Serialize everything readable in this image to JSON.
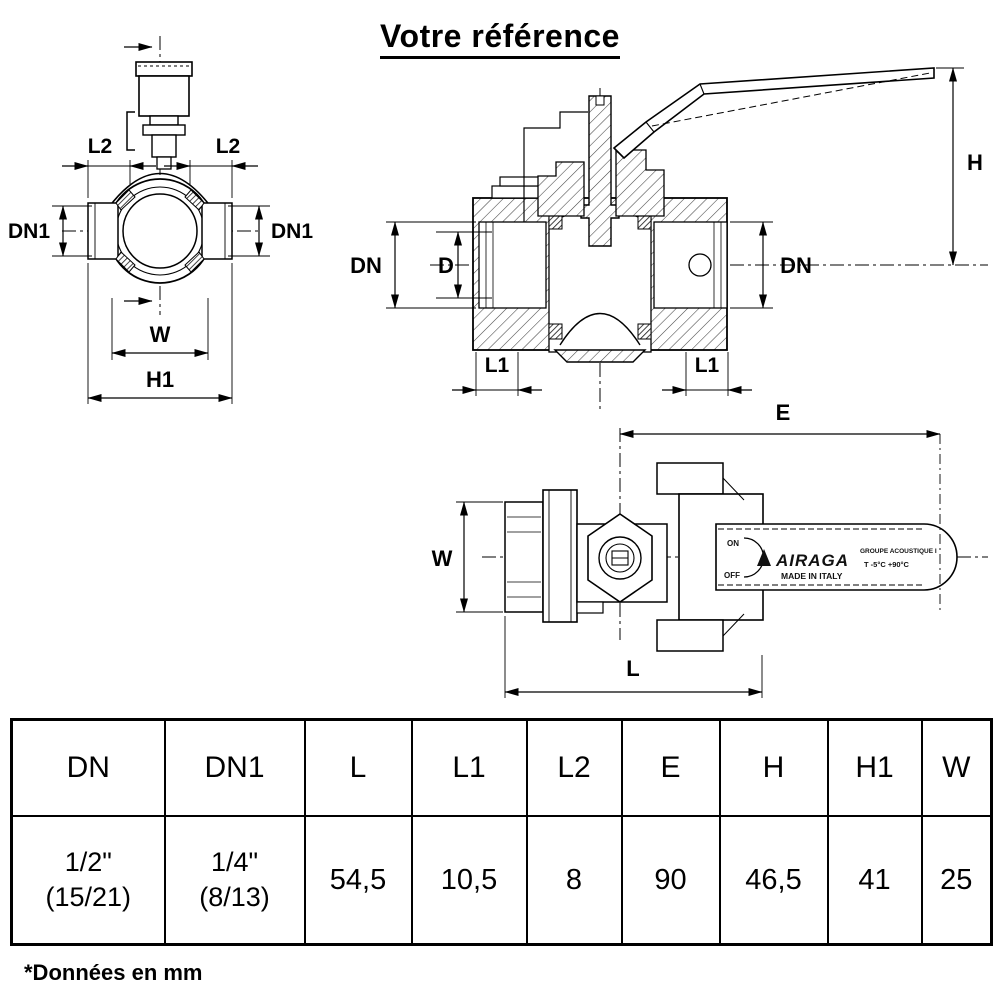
{
  "title": "Votre référence",
  "dims": {
    "front": {
      "l2_left": "L2",
      "l2_right": "L2",
      "dn1_left": "DN1",
      "dn1_right": "DN1",
      "w": "W",
      "h1": "H1"
    },
    "section": {
      "dn_left": "DN",
      "d": "D",
      "dn_right": "DN",
      "l1_left": "L1",
      "l1_right": "L1",
      "h": "H"
    },
    "top": {
      "e": "E",
      "w": "W",
      "l": "L"
    }
  },
  "handle": {
    "on": "ON",
    "off": "OFF",
    "brand": "AIRAGA",
    "made_in": "MADE IN ITALY",
    "group_line": "GROUPE ACOUSTIQUE I",
    "temp_range": "T -5°C +90°C"
  },
  "table": {
    "headers": [
      "DN",
      "DN1",
      "L",
      "L1",
      "L2",
      "E",
      "H",
      "H1",
      "W"
    ],
    "row": {
      "dn": "1/2\"",
      "dn_alt": "(15/21)",
      "dn1": "1/4\"",
      "dn1_alt": "(8/13)",
      "l": "54,5",
      "l1": "10,5",
      "l2": "8",
      "e": "90",
      "h": "46,5",
      "h1": "41",
      "w": "25"
    }
  },
  "footnote": "*Données en mm"
}
